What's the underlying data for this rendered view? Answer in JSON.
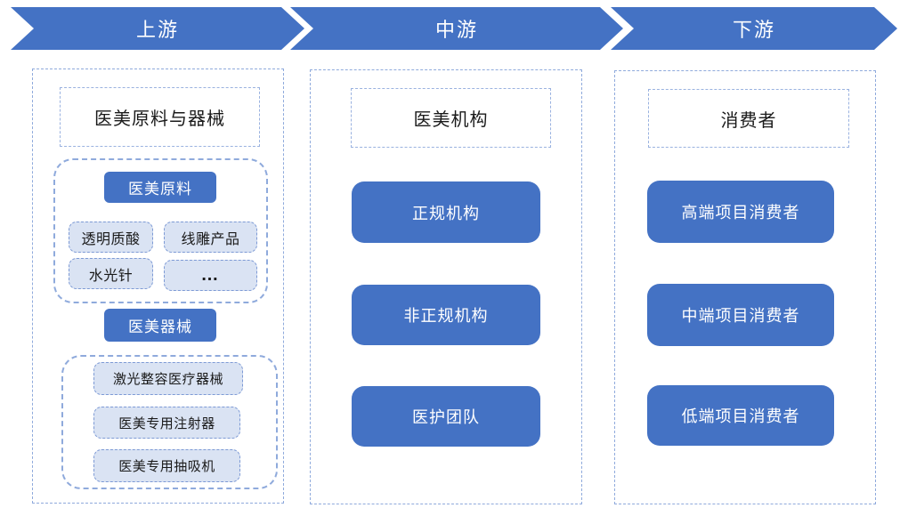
{
  "banner": {
    "segments": [
      {
        "label": "上游"
      },
      {
        "label": "中游"
      },
      {
        "label": "下游"
      }
    ]
  },
  "upstream": {
    "title": "医美原料与器械",
    "materials_header": "医美原料",
    "materials_items": [
      "透明质酸",
      "线雕产品",
      "水光针",
      "…"
    ],
    "devices_header": "医美器械",
    "devices_items": [
      "激光整容医疗器械",
      "医美专用注射器",
      "医美专用抽吸机"
    ]
  },
  "midstream": {
    "title": "医美机构",
    "items": [
      "正规机构",
      "非正规机构",
      "医护团队"
    ]
  },
  "downstream": {
    "title": "消费者",
    "items": [
      "高端项目消费者",
      "中端项目消费者",
      "低端项目消费者"
    ]
  },
  "colors": {
    "primary_blue": "#4472C4",
    "light_fill": "#DAE3F3",
    "dashed_border": "#8FAADC",
    "item_border": "#7D9AD5",
    "banner_text": "#ffffff",
    "body_text": "#1a1a1a"
  }
}
